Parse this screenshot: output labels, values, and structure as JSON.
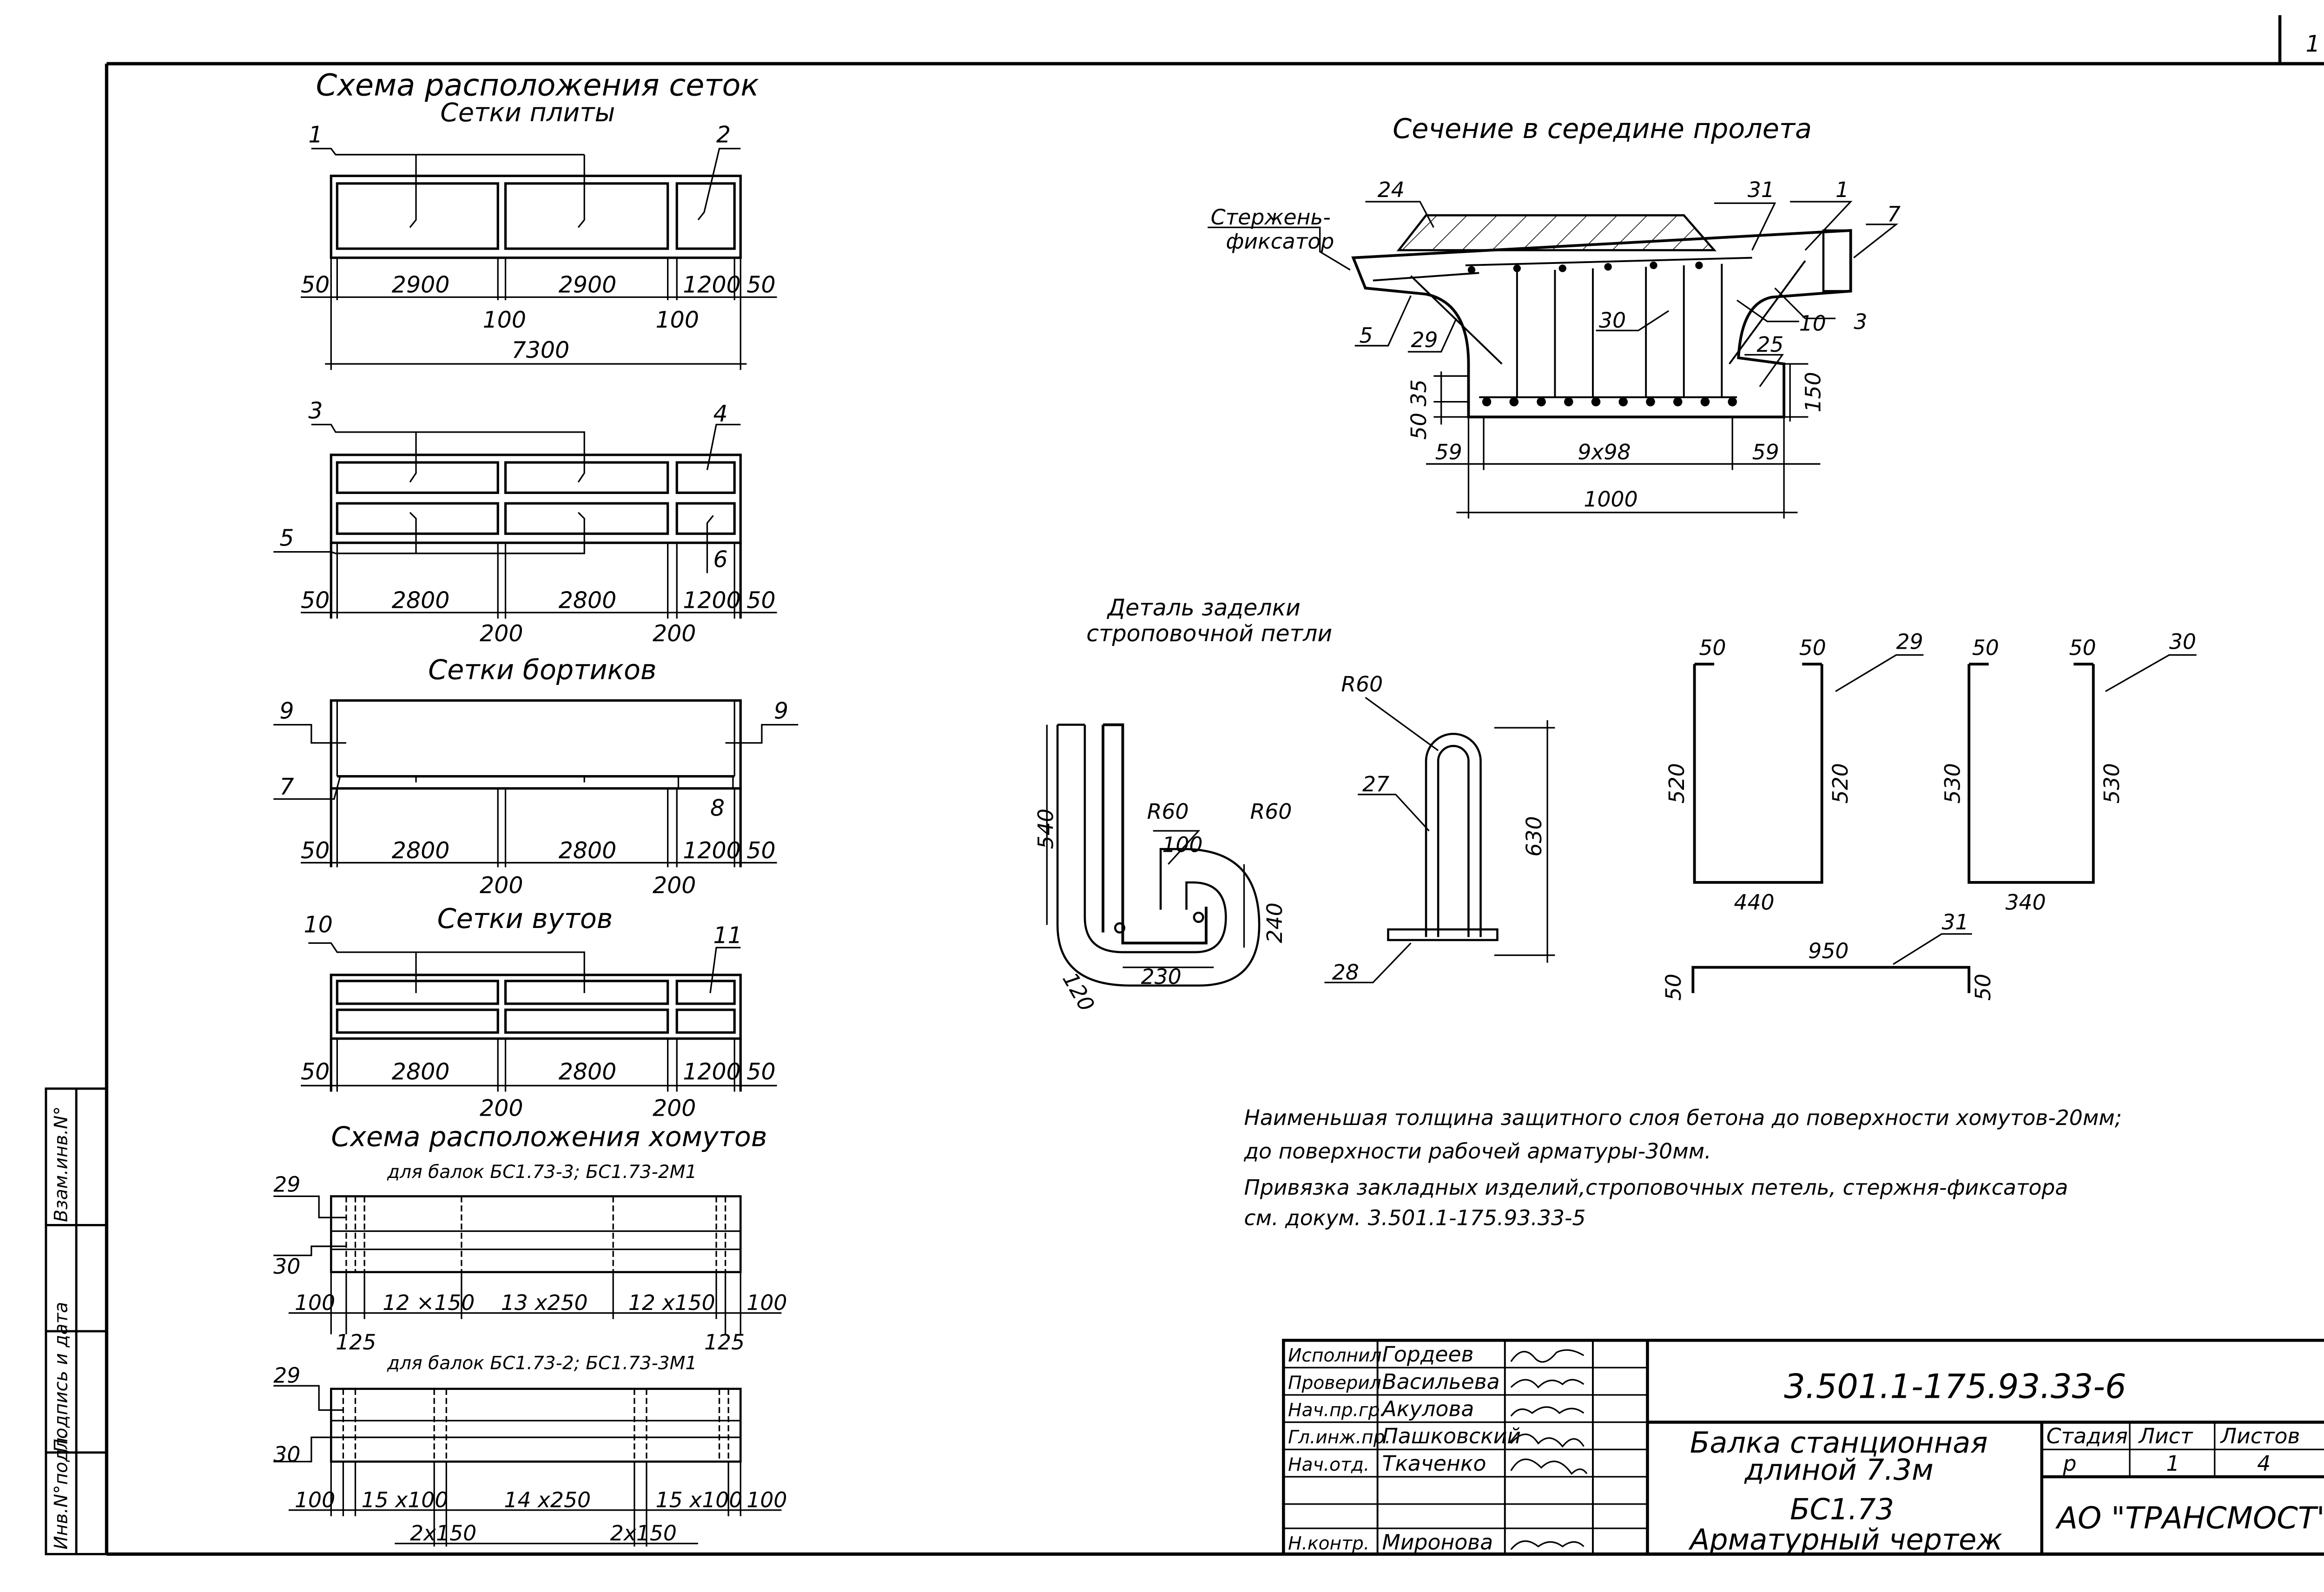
{
  "sheet_corner": "1",
  "layout": {
    "title": "Схема расположения сеток",
    "slab_subtitle": "Сетки плиты",
    "slab1": {
      "dims": [
        "50",
        "2900",
        "2900",
        "1200",
        "50"
      ],
      "gaps": [
        "100",
        "100"
      ],
      "total": "7300",
      "markers": [
        "1",
        "2"
      ]
    },
    "slab2": {
      "dims": [
        "50",
        "2800",
        "2800",
        "1200",
        "50"
      ],
      "gaps": [
        "200",
        "200"
      ],
      "markers": [
        "3",
        "4",
        "5",
        "6"
      ]
    },
    "curbs_title": "Сетки бортиков",
    "curbs": {
      "dims": [
        "50",
        "2800",
        "2800",
        "1200",
        "50"
      ],
      "gaps": [
        "200",
        "200"
      ],
      "markers": [
        "9",
        "9",
        "7",
        "8"
      ]
    },
    "haunch_title": "Сетки вутов",
    "haunch": {
      "dims": [
        "50",
        "2800",
        "2800",
        "1200",
        "50"
      ],
      "gaps": [
        "200",
        "200"
      ],
      "markers": [
        "10",
        "11"
      ]
    }
  },
  "stirrups": {
    "title": "Схема расположения хомутов",
    "sub1": "для балок БС1.73-3; БС1.73-2М1",
    "dims1": [
      "100",
      "12 ×150",
      "13 x250",
      "12 x150",
      "100"
    ],
    "edge1": [
      "125",
      "125"
    ],
    "sub2": "для балок БС1.73-2; БС1.73-3М1",
    "dims2": [
      "100",
      "15 x100",
      "14 x250",
      "15 x100",
      "100"
    ],
    "bottom2": [
      "2x150",
      "2x150"
    ],
    "markers": [
      "29",
      "30",
      "29",
      "30"
    ]
  },
  "section": {
    "title": "Сечение в середине пролета",
    "fixator": [
      "Стержень-",
      "фиксатор"
    ],
    "markers": [
      "24",
      "31",
      "1",
      "7",
      "5",
      "29",
      "30",
      "10",
      "3",
      "25"
    ],
    "dims": {
      "d50": "50",
      "d35": "35",
      "d150": "150",
      "left": "59",
      "mid": "9x98",
      "right": "59",
      "total": "1000"
    }
  },
  "detail": {
    "title": [
      "Деталь заделки",
      "строповочной петли"
    ],
    "dims": {
      "h540": "540",
      "r1": "R60",
      "d100": "100",
      "r2": "R60",
      "d240": "240",
      "d120": "120",
      "d230": "230"
    },
    "loop": {
      "r": "R60",
      "mark27": "27",
      "h630": "630",
      "mark28": "28"
    }
  },
  "shapes": {
    "s29": {
      "mark": "29",
      "top": [
        "50",
        "50"
      ],
      "h": [
        "520",
        "520"
      ],
      "w": "440"
    },
    "s30": {
      "mark": "30",
      "top": [
        "50",
        "50"
      ],
      "h": [
        "530",
        "530"
      ],
      "w": "340"
    },
    "s31": {
      "mark": "31",
      "w": "950",
      "h": [
        "50",
        "50"
      ]
    }
  },
  "notes": [
    "Наименьшая толщина защитного слоя бетона до поверхности хомутов-20мм;",
    "до поверхности рабочей арматуры-30мм.",
    "Привязка закладных изделий,строповочных петель, стержня-фиксатора",
    "см. докум. 3.501.1-175.93.33-5"
  ],
  "side_stamp": [
    "Инв.N°подл.",
    "Подпись и дата",
    "Взам.инв.N°"
  ],
  "title_block": {
    "roles": [
      "Исполнил",
      "Проверил",
      "Нач.пр.гр.",
      "Гл.инж.пр.",
      "Нач.отд.",
      "",
      "",
      "Н.контр."
    ],
    "names": [
      "Гордеев",
      "Васильева",
      "Акулова",
      "Пашковский",
      "Ткаченко",
      "",
      "",
      "Миронова"
    ],
    "code": "3.501.1-175.93.33-6",
    "name_lines": [
      "Балка станционная",
      "длиной 7.3м",
      "БС1.73",
      "Арматурный чертеж"
    ],
    "stage_h": "Стадия",
    "sheet_h": "Лист",
    "sheets_h": "Листов",
    "stage": "р",
    "sheet": "1",
    "sheets": "4",
    "org": "АО \"ТРАНСМОСТ\""
  }
}
